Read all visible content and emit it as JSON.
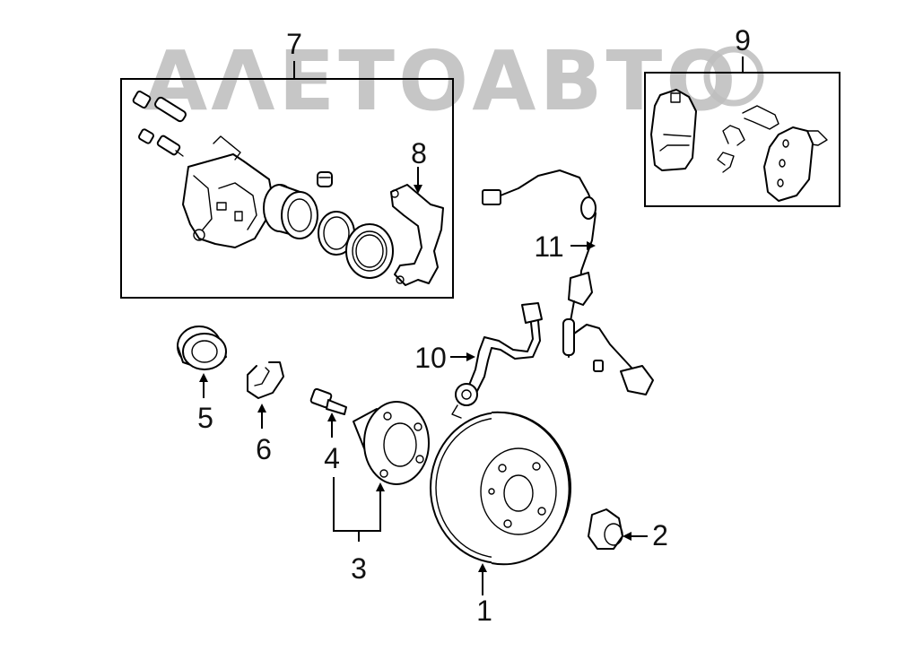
{
  "watermark": {
    "text": "ΑΛΕΤΟΑΒΤΟ"
  },
  "callouts": {
    "c1": "1",
    "c2": "2",
    "c3": "3",
    "c4": "4",
    "c5": "5",
    "c6": "6",
    "c7": "7",
    "c8": "8",
    "c9": "9",
    "c10": "10",
    "c11": "11"
  },
  "colors": {
    "line": "#000000",
    "background": "#ffffff",
    "watermark": "#bdbdbd"
  }
}
